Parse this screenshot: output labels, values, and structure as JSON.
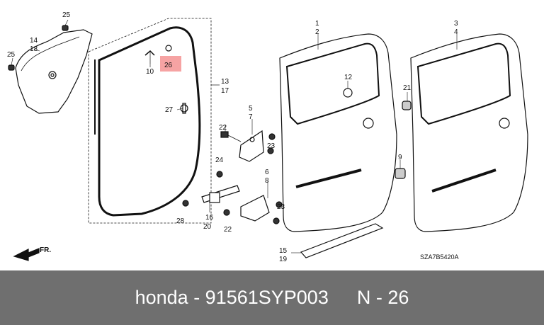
{
  "colors": {
    "highlight": "#f6a3a3",
    "footer_bg": "#6f6f6f",
    "footer_text": "#ffffff"
  },
  "labels": {
    "c1": "1",
    "c2": "2",
    "c3": "3",
    "c4": "4",
    "c5": "5",
    "c6": "6",
    "c7": "7",
    "c8": "8",
    "c9": "9",
    "c10": "10",
    "c12": "12",
    "c13": "13",
    "c14": "14",
    "c15": "15",
    "c16": "16",
    "c17": "17",
    "c18": "18",
    "c19": "19",
    "c20": "20",
    "c21": "21",
    "c22a": "22",
    "c22b": "22",
    "c23a": "23",
    "c23b": "23",
    "c24": "24",
    "c25a": "25",
    "c25b": "25",
    "c26": "26",
    "c27": "27",
    "c28": "28"
  },
  "front_arrow": "FR.",
  "diagram_code": "SZA7B5420A",
  "footer": {
    "brand": "honda - 91561SYP003",
    "callout": "N - 26"
  }
}
